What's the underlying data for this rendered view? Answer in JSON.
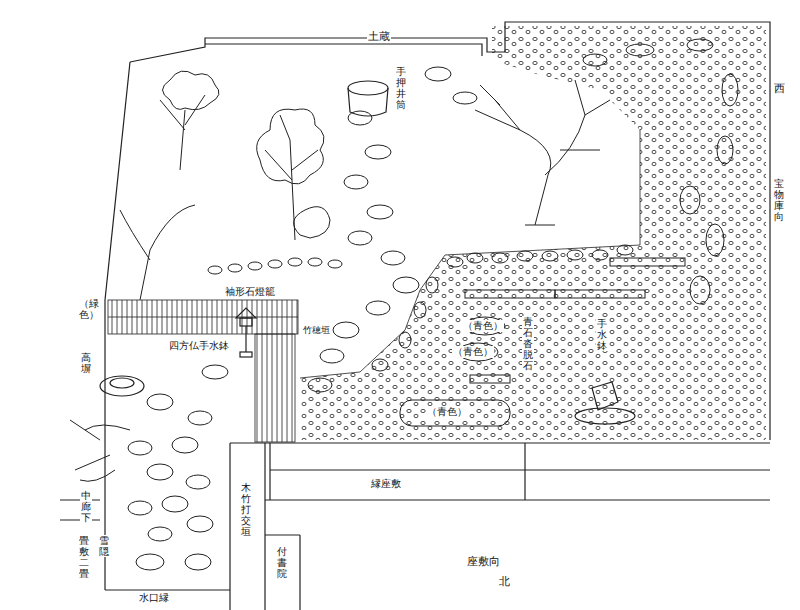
{
  "diagram": {
    "labels": [
      "土蔵",
      "手押井筒",
      "袖形石燈籠",
      "竹穂垣",
      "（緑色）",
      "高塀",
      "四方仏手水鉢",
      "（青色）",
      "（青色）",
      "青石沓脱石",
      "手水鉢",
      "（青色）",
      "西",
      "宝物庫向",
      "縁座敷",
      "木竹打交垣",
      "付書院",
      "座敷向",
      "北",
      "中廊下",
      "雪隠",
      "畳敷二畳",
      "水口縁"
    ]
  }
}
